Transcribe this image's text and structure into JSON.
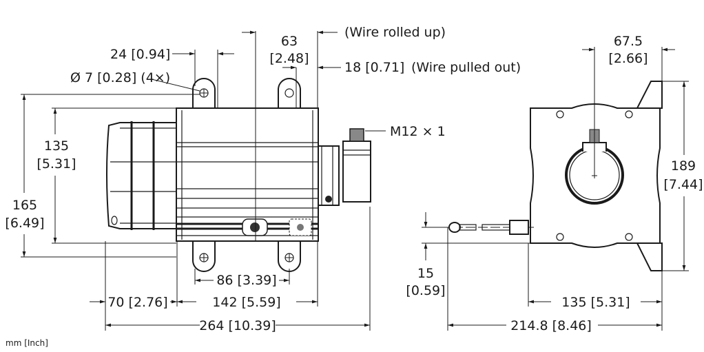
{
  "units_note": "mm [Inch]",
  "side_view": {
    "dim_63": "63",
    "dim_63_in": "[2.48]",
    "wire_rolled_up": "(Wire rolled up)",
    "dim_24": "24 [0.94]",
    "hole": "Ø 7 [0.28] (4×)",
    "dim_18": "18 [0.71]",
    "wire_pulled_out": "(Wire pulled out)",
    "dim_135": "135",
    "dim_135_in": "[5.31]",
    "dim_165": "165",
    "dim_165_in": "[6.49]",
    "connector": "M12 × 1",
    "dim_86": "86 [3.39]",
    "dim_70": "70 [2.76]",
    "dim_142": "142 [5.59]",
    "dim_264": "264 [10.39]"
  },
  "front_view": {
    "dim_67_5": "67.5",
    "dim_67_5_in": "[2.66]",
    "dim_189": "189",
    "dim_189_in": "[7.44]",
    "dim_15": "15",
    "dim_15_in": "[0.59]",
    "dim_135": "135 [5.31]",
    "dim_214_8": "214.8 [8.46]"
  }
}
